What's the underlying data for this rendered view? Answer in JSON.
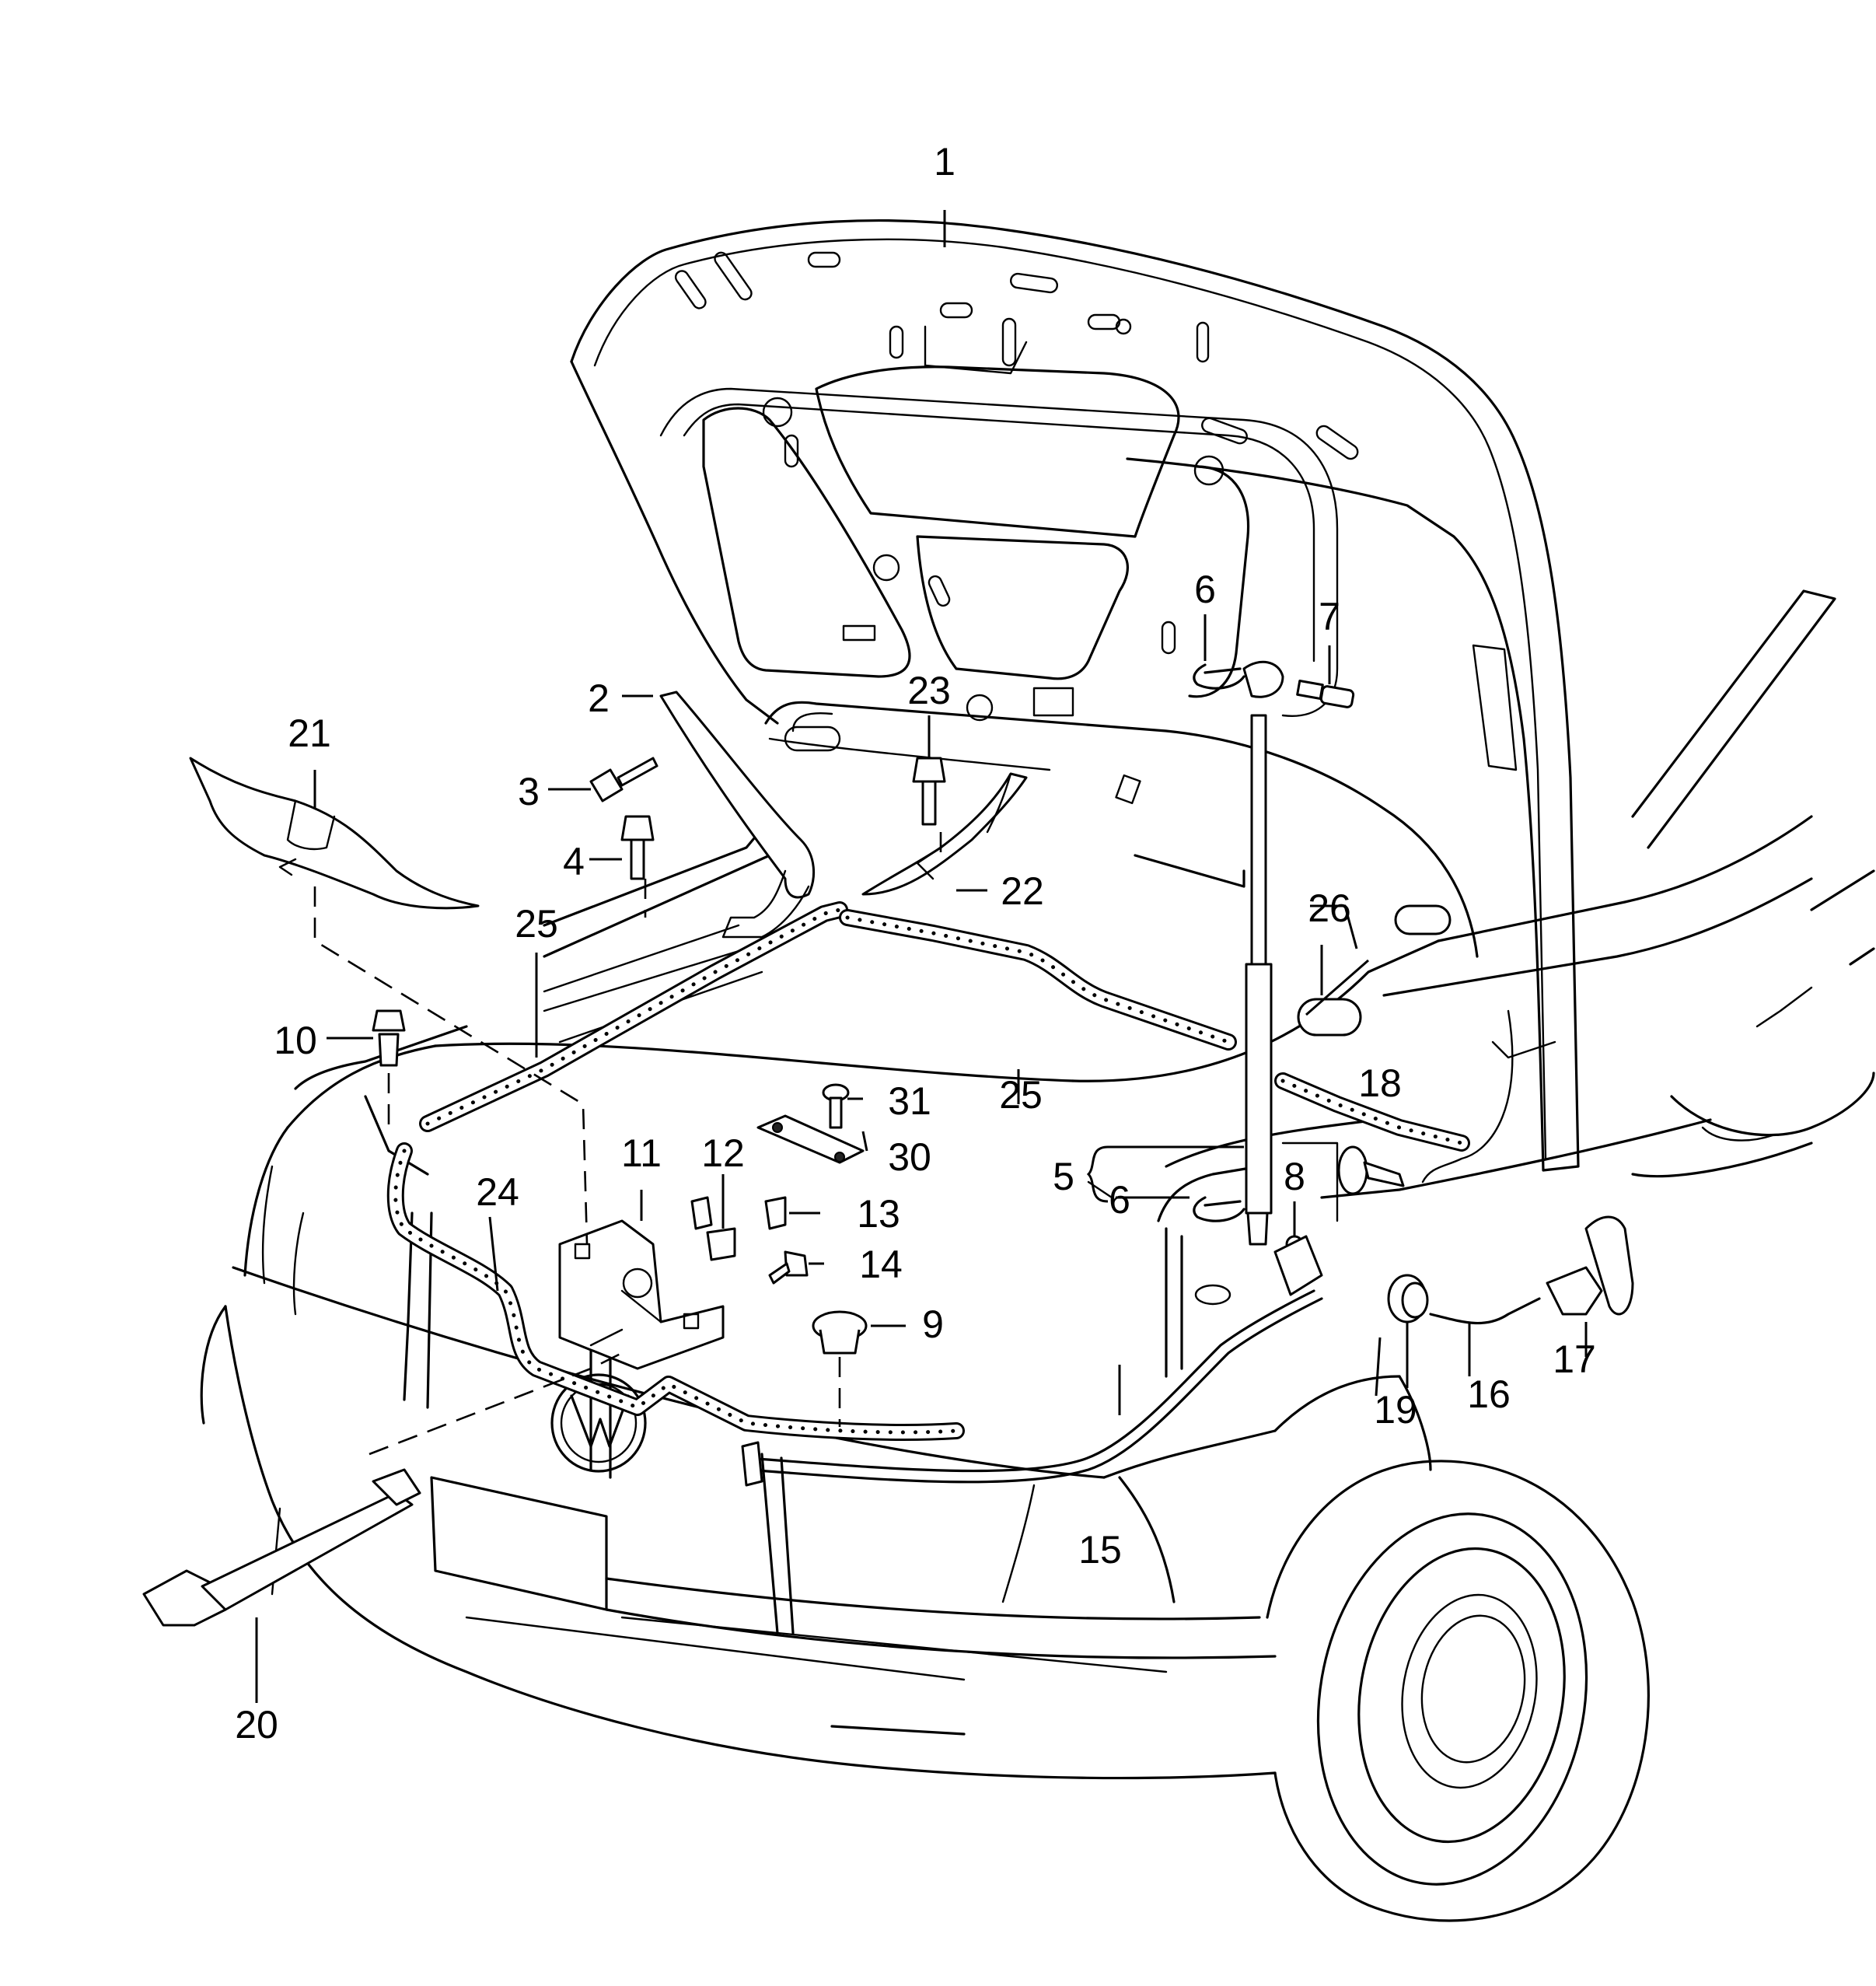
{
  "callouts": {
    "c1": "1",
    "c2": "2",
    "c3": "3",
    "c4": "4",
    "c5": "5",
    "c6a": "6",
    "c6b": "6",
    "c7": "7",
    "c8": "8",
    "c9": "9",
    "c10": "10",
    "c11": "11",
    "c12": "12",
    "c13": "13",
    "c14": "14",
    "c15": "15",
    "c16": "16",
    "c17": "17",
    "c18": "18",
    "c19": "19",
    "c20": "20",
    "c21": "21",
    "c22": "22",
    "c23": "23",
    "c24": "24",
    "c25a": "25",
    "c25b": "25",
    "c26": "26",
    "c30": "30",
    "c31": "31"
  },
  "logo": {
    "badge": "VW"
  }
}
